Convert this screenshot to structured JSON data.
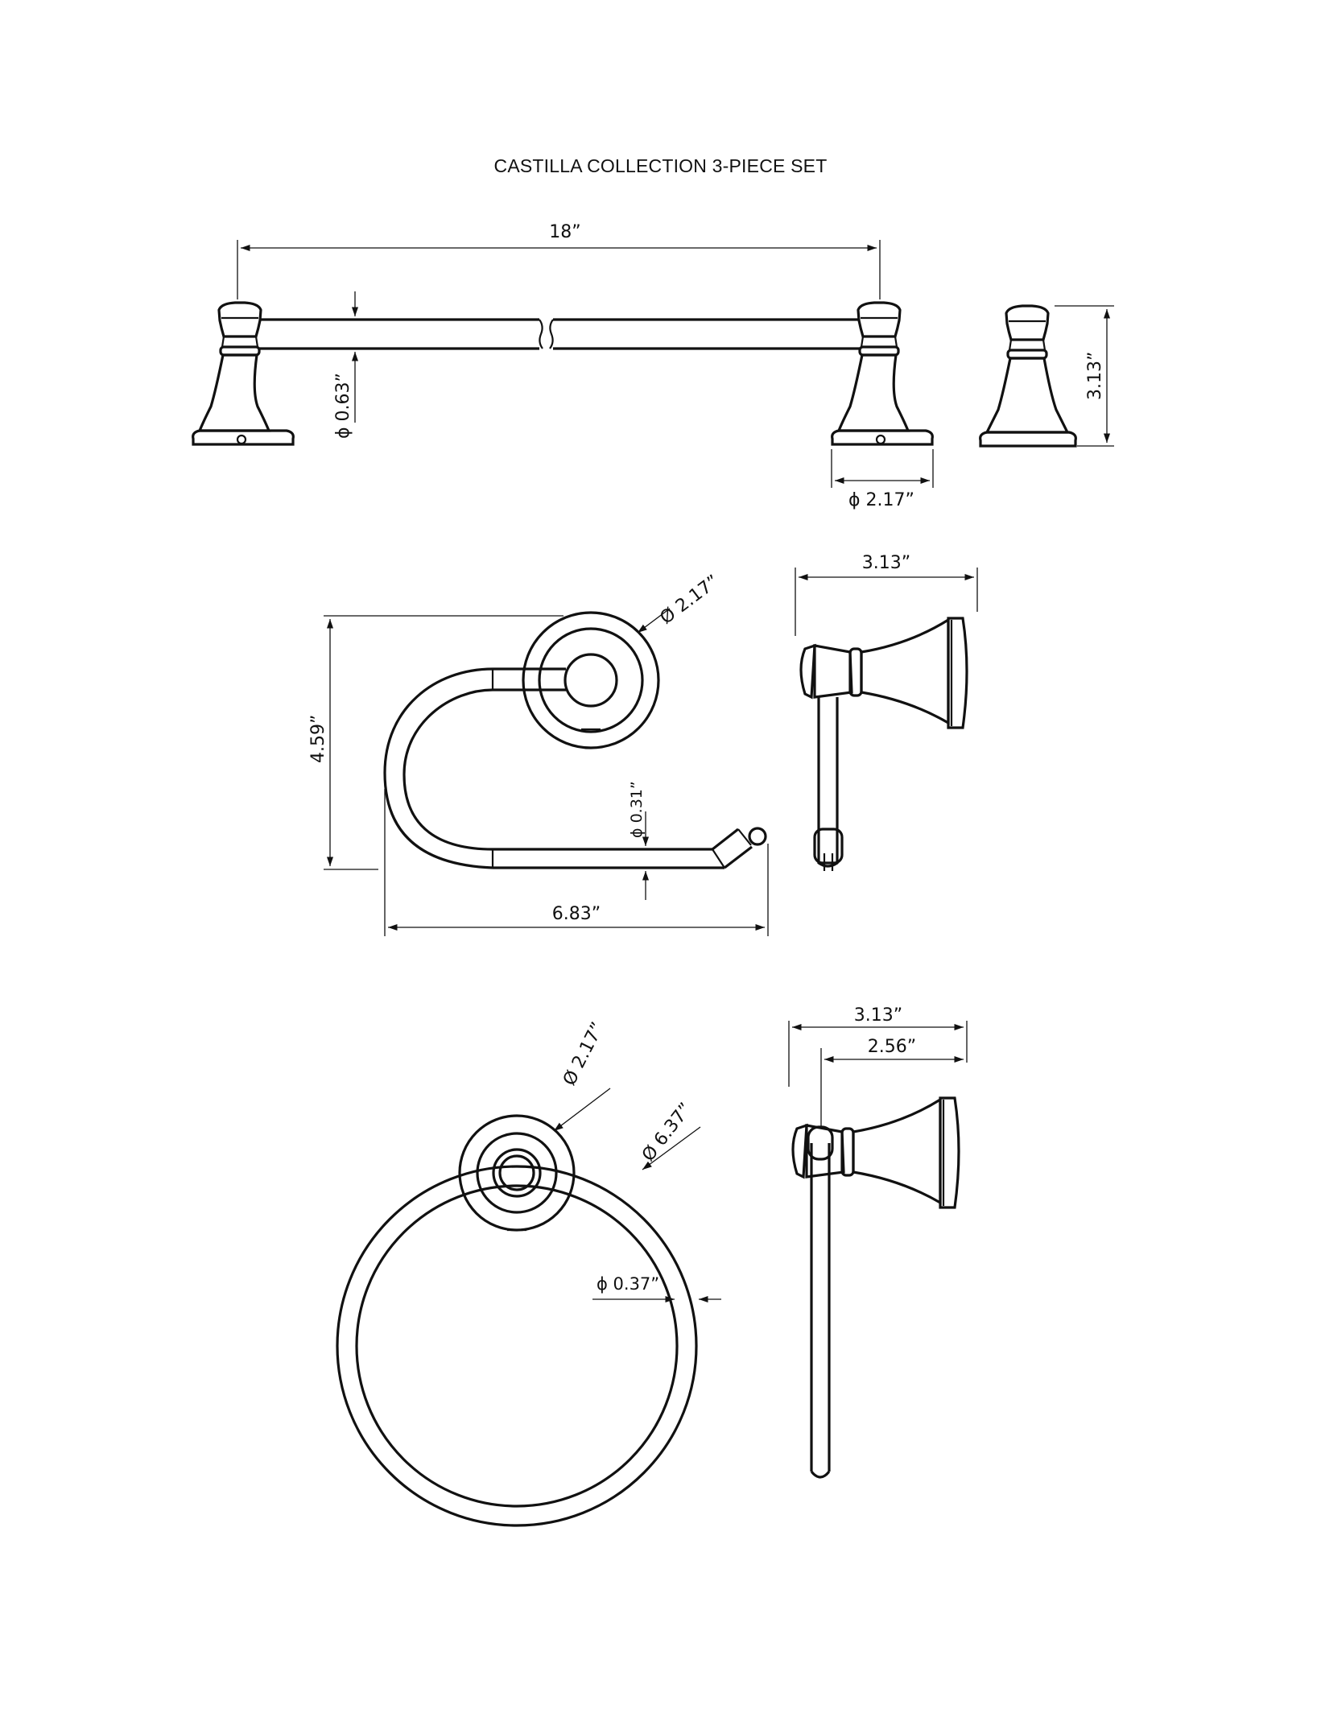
{
  "title": "CASTILLA COLLECTION 3-PIECE SET",
  "towel_bar": {
    "length": "18”",
    "rod_diameter": "ϕ 0.63”",
    "base_diameter": "ϕ 2.17”",
    "projection": "3.13”"
  },
  "paper_holder": {
    "base_diameter": "Ø 2.17”",
    "height": "4.59”",
    "rod_diameter": "ϕ 0.31”",
    "width": "6.83”",
    "projection": "3.13”"
  },
  "towel_ring": {
    "base_diameter": "Ø 2.17”",
    "ring_diameter": "Ø 6.37”",
    "rod_diameter": "ϕ 0.37”",
    "projection": "3.13”",
    "arm_length": "2.56”"
  }
}
